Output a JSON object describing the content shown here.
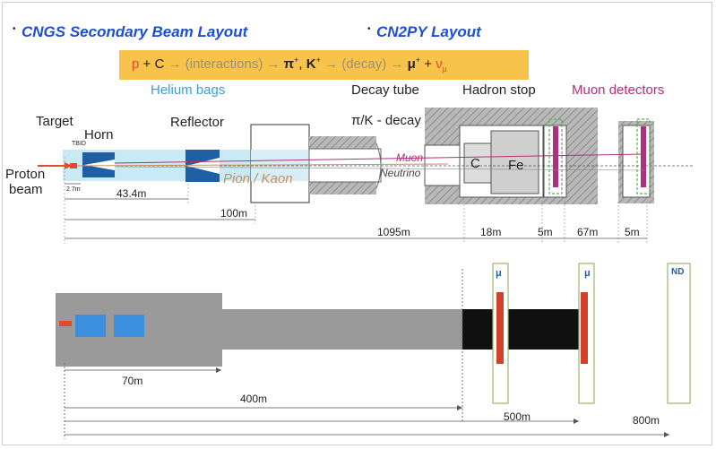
{
  "titles": {
    "left": "CNGS Secondary Beam Layout",
    "right": "CN2PY Layout",
    "bullet": "•"
  },
  "formula": {
    "p": "p",
    "plus_c": " + C ",
    "arrow1": "→",
    "interactions": "(interactions)",
    "arrow2": "→",
    "pi": "π",
    "pi_sup": "+",
    "comma": ", ",
    "k": "K",
    "k_sup": "+",
    "arrow3": "→",
    "decay": "(decay)",
    "arrow4": "→",
    "mu": "μ",
    "mu_sup": "+",
    "plus": " + ",
    "nu": "ν",
    "nu_sub": "μ"
  },
  "top_diagram": {
    "labels": {
      "helium_bags": "Helium bags",
      "decay_tube": "Decay tube",
      "hadron_stop": "Hadron stop",
      "muon_detectors": "Muon detectors",
      "target": "Target",
      "tbid": "TBID",
      "horn": "Horn",
      "reflector": "Reflector",
      "pi_k_decay": "π/K - decay",
      "proton": "Proton",
      "beam": "beam",
      "pion_kaon": "Pion / Kaon",
      "muon": "Muon",
      "neutrino": "Neutrino",
      "c": "C",
      "fe": "Fe",
      "d_2_7m": "2.7m",
      "d_43_4m": "43.4m",
      "d_100m": "100m",
      "d_1095m": "1095m",
      "d_18m": "18m",
      "d_5m_a": "5m",
      "d_67m": "67m",
      "d_5m_b": "5m"
    }
  },
  "bottom_diagram": {
    "labels": {
      "mu1": "μ",
      "mu2": "μ",
      "nd": "ND",
      "d_70m": "70m",
      "d_400m": "400m",
      "d_500m": "500m",
      "d_800m": "800m"
    }
  },
  "colors": {
    "title_blue": "#1a4fd6",
    "formula_bg": "#f7c34b",
    "proton_red": "#e24b2a",
    "helium_cyan": "#bfe6f2",
    "horn_blue": "#1f5fa3",
    "muon_magenta": "#b1307b",
    "hatch_gray": "#9a9a9a",
    "bottom_gray": "#9a9a9a",
    "bottom_blue": "#3d8fe0",
    "detector_red": "#d2412a",
    "detector_border": "#9fb070"
  }
}
